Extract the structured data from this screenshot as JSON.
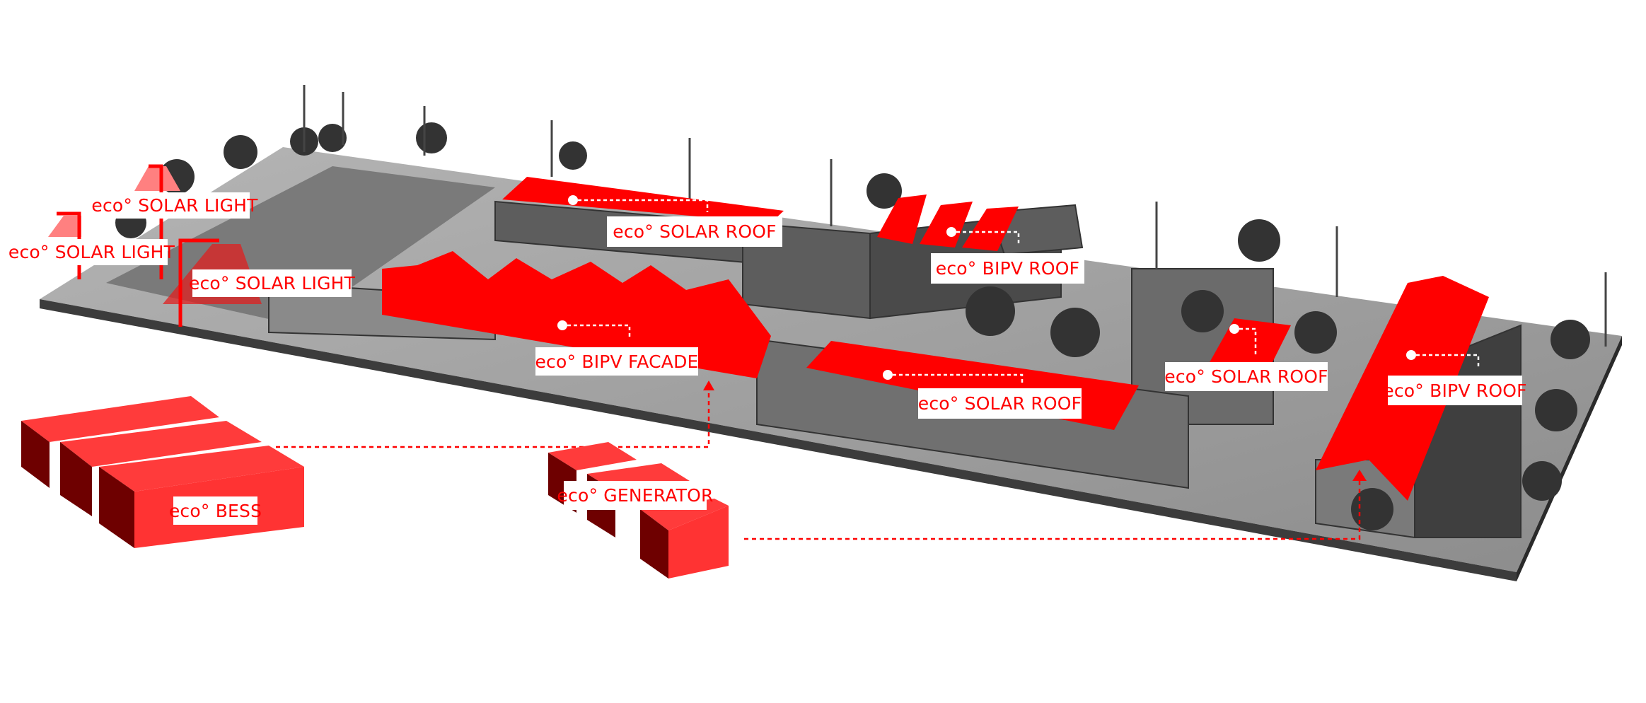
{
  "colors": {
    "accent": "#ff0000",
    "accent_dark": "#6e0000",
    "ground": "#9a9a9a",
    "building": "#6a6a6a"
  },
  "labels": {
    "solar_light_1": "eco° SOLAR LIGHT",
    "solar_light_2": "eco° SOLAR LIGHT",
    "solar_light_3": "eco° SOLAR LIGHT",
    "solar_roof_1": "eco° SOLAR ROOF",
    "bipv_roof_1": "eco° BIPV ROOF",
    "bipv_facade": "eco° BIPV FACADE",
    "solar_roof_2": "eco° SOLAR ROOF",
    "solar_roof_3": "eco° SOLAR ROOF",
    "bipv_roof_2": "eco° BIPV ROOF",
    "generator": "eco° GENERATOR",
    "bess": "eco° BESS"
  }
}
